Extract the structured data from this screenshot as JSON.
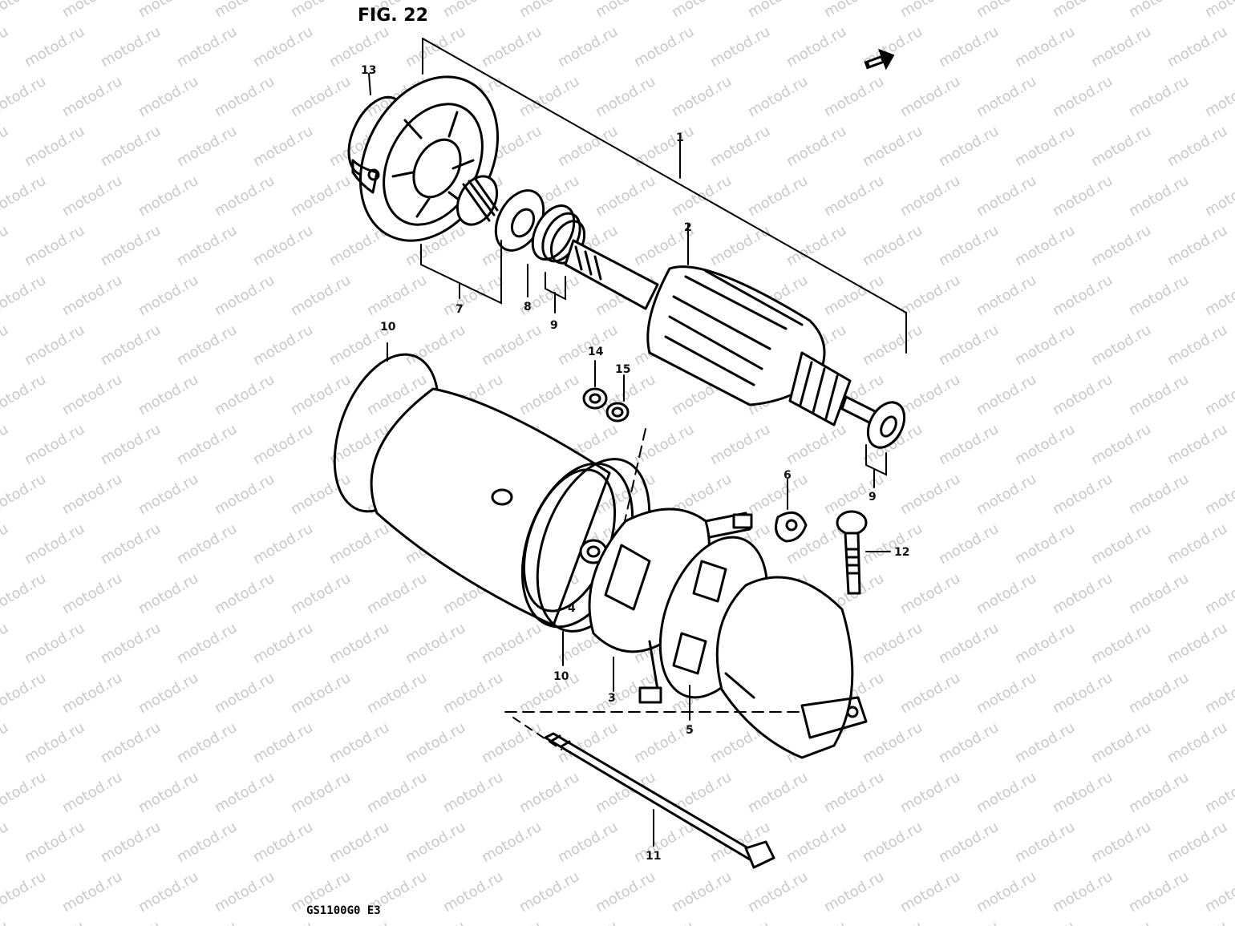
{
  "figure_title": "FIG. 22",
  "footer_code": "GS1100G0 E3",
  "watermark_text": "motod.ru",
  "ink_color": "#000000",
  "watermark_color": "#c9c9c9",
  "direction_arrow_icon": "front-arrow-icon",
  "callouts": [
    {
      "id": "1",
      "label": "1"
    },
    {
      "id": "2",
      "label": "2"
    },
    {
      "id": "3",
      "label": "3"
    },
    {
      "id": "4",
      "label": "4"
    },
    {
      "id": "5",
      "label": "5"
    },
    {
      "id": "6",
      "label": "6"
    },
    {
      "id": "7",
      "label": "7"
    },
    {
      "id": "8",
      "label": "8"
    },
    {
      "id": "9a",
      "label": "9"
    },
    {
      "id": "9b",
      "label": "9"
    },
    {
      "id": "10a",
      "label": "10"
    },
    {
      "id": "10b",
      "label": "10"
    },
    {
      "id": "11",
      "label": "11"
    },
    {
      "id": "12",
      "label": "12"
    },
    {
      "id": "13",
      "label": "13"
    },
    {
      "id": "14",
      "label": "14"
    },
    {
      "id": "15",
      "label": "15"
    }
  ]
}
